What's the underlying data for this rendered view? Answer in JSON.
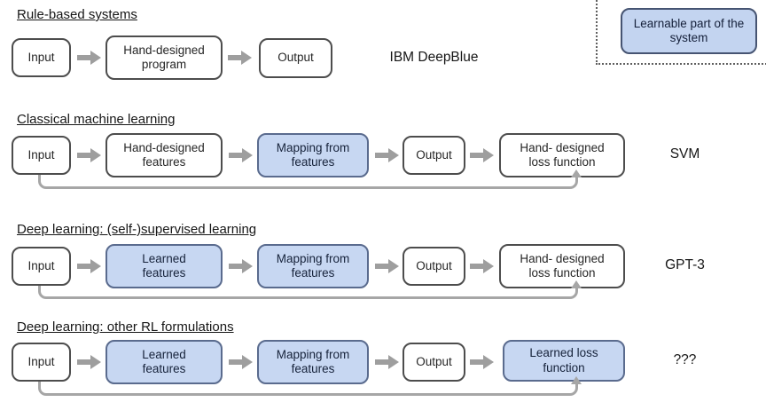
{
  "legend": {
    "label": "Learnable part of the system"
  },
  "rows": [
    {
      "title": "Rule-based systems",
      "example": "IBM DeepBlue",
      "boxes": {
        "input": "Input",
        "program": "Hand-designed program",
        "output": "Output"
      }
    },
    {
      "title": "Classical machine learning",
      "example": "SVM",
      "boxes": {
        "input": "Input",
        "features": "Hand-designed features",
        "mapping": "Mapping from features",
        "output": "Output",
        "loss": "Hand- designed loss function"
      }
    },
    {
      "title": "Deep learning: (self-)supervised learning",
      "example": "GPT-3",
      "boxes": {
        "input": "Input",
        "features": "Learned features",
        "mapping": "Mapping from features",
        "output": "Output",
        "loss": "Hand- designed loss function"
      }
    },
    {
      "title": "Deep learning: other RL formulations",
      "example": "???",
      "boxes": {
        "input": "Input",
        "features": "Learned features",
        "mapping": "Mapping from features",
        "output": "Output",
        "loss": "Learned loss function"
      }
    }
  ],
  "colors": {
    "learnable_fill": "#c7d7f2",
    "learnable_border": "#5a6b8e",
    "box_border": "#4d4d4d",
    "arrow": "#9e9e9e",
    "feedback_line": "#a6a6a6"
  }
}
